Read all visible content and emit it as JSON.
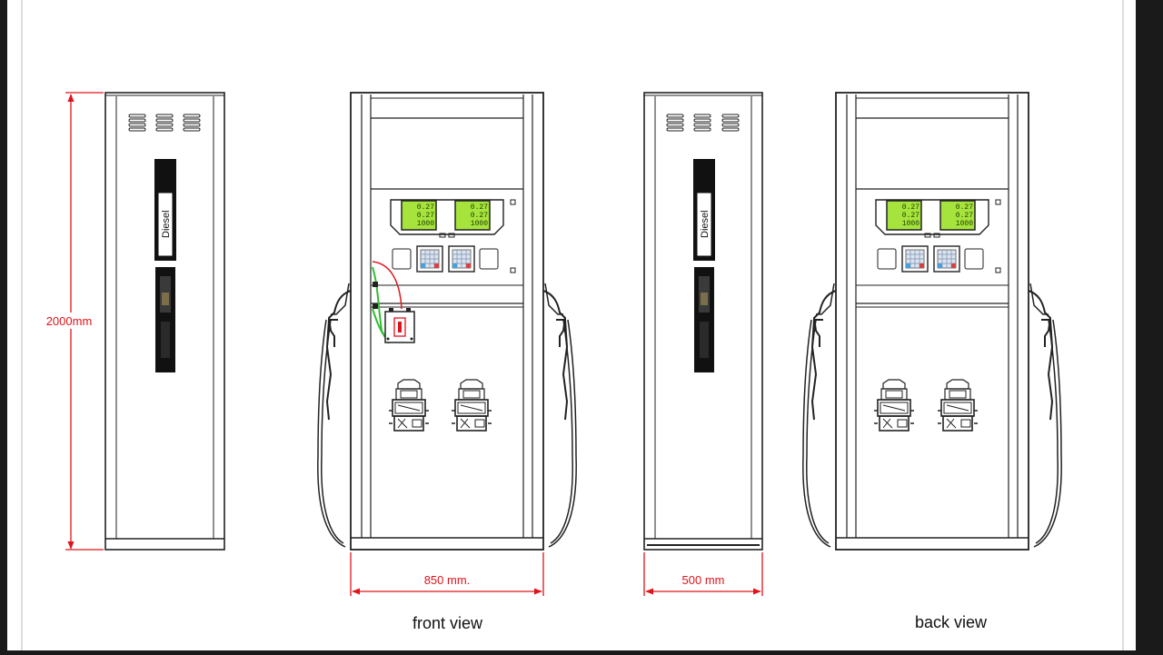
{
  "colors": {
    "line": "#222222",
    "dimension": "#e0141b",
    "lcd": "#a6e33c",
    "hose_green": "#2fbf2f",
    "hose_red": "#e0141b"
  },
  "labels": {
    "height": "2000mm",
    "front_width": "850 mm.",
    "side_width": "500 mm",
    "nozzle_tag": "Diesel"
  },
  "captions": {
    "front": "front view",
    "back": "back view"
  },
  "display": {
    "line1": "0.27",
    "line2": "0.27",
    "line3": "1000"
  },
  "icons": [
    "vent-icon",
    "nozzle-icon",
    "meter-icon",
    "keypad-icon",
    "filter-icon"
  ]
}
